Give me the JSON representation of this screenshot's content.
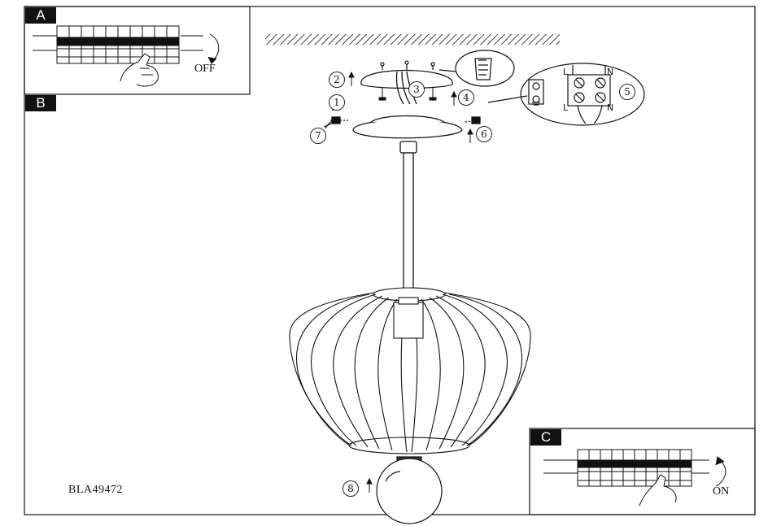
{
  "panels": {
    "a": {
      "letter": "A",
      "state_label": "OFF"
    },
    "b": {
      "letter": "B"
    },
    "c": {
      "letter": "C",
      "state_label": "ON"
    }
  },
  "model_number": "BLA49472",
  "steps": [
    "1",
    "2",
    "3",
    "4",
    "5",
    "6",
    "7",
    "8"
  ],
  "wiring": {
    "top_left": "L",
    "top_right": "N",
    "bottom_left": "L",
    "bottom_right": "N"
  },
  "colors": {
    "line": "#111111",
    "background": "#ffffff"
  }
}
